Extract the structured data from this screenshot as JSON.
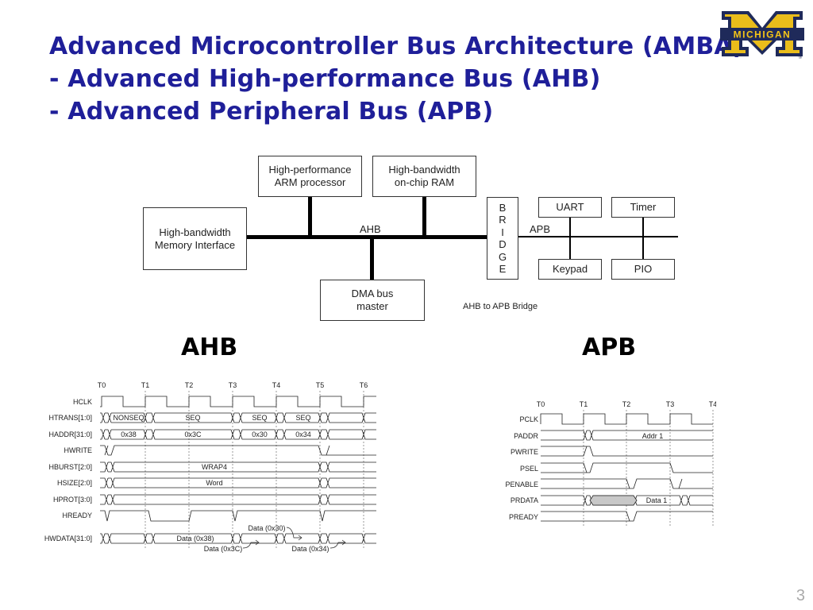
{
  "slide": {
    "title_lines": [
      "Advanced Microcontroller Bus Architecture (AMBA)",
      "- Advanced High-performance Bus (AHB)",
      "- Advanced Peripheral Bus (APB)"
    ],
    "logo_text": "MICHIGAN",
    "page_number": "3"
  },
  "block_diagram": {
    "blocks": {
      "cpu": "High-performance\nARM processor",
      "ram": "High-bandwidth\non-chip RAM",
      "mem": "High-bandwidth\nMemory Interface",
      "dma": "DMA bus\nmaster",
      "bridge": "B\nR\nI\nD\nG\nE",
      "uart": "UART",
      "timer": "Timer",
      "keypad": "Keypad",
      "pio": "PIO"
    },
    "ahb_bus_label": "AHB",
    "apb_bus_label": "APB",
    "caption": "AHB to APB Bridge"
  },
  "ahb_label": "AHB",
  "apb_label": "APB",
  "ahb_timing": {
    "ticks": [
      "T0",
      "T1",
      "T2",
      "T3",
      "T4",
      "T5",
      "T6"
    ],
    "signals": [
      "HCLK",
      "HTRANS[1:0]",
      "HADDR[31:0]",
      "HWRITE",
      "HBURST[2:0]",
      "HSIZE[2:0]",
      "HPROT[3:0]",
      "HREADY",
      "HWDATA[31:0]"
    ],
    "htrans": [
      "NONSEQ",
      "SEQ",
      "SEQ",
      "SEQ"
    ],
    "haddr": [
      "0x38",
      "0x3C",
      "0x30",
      "0x34"
    ],
    "hburst": "WRAP4",
    "hsize": "Word",
    "hwdata": [
      "Data (0x38)",
      "Data (0x3C)",
      "Data (0x30)",
      "Data (0x34)"
    ]
  },
  "apb_timing": {
    "ticks": [
      "T0",
      "T1",
      "T2",
      "T3",
      "T4"
    ],
    "signals": [
      "PCLK",
      "PADDR",
      "PWRITE",
      "PSEL",
      "PENABLE",
      "PRDATA",
      "PREADY"
    ],
    "paddr": "Addr 1",
    "prdata": "Data 1"
  }
}
